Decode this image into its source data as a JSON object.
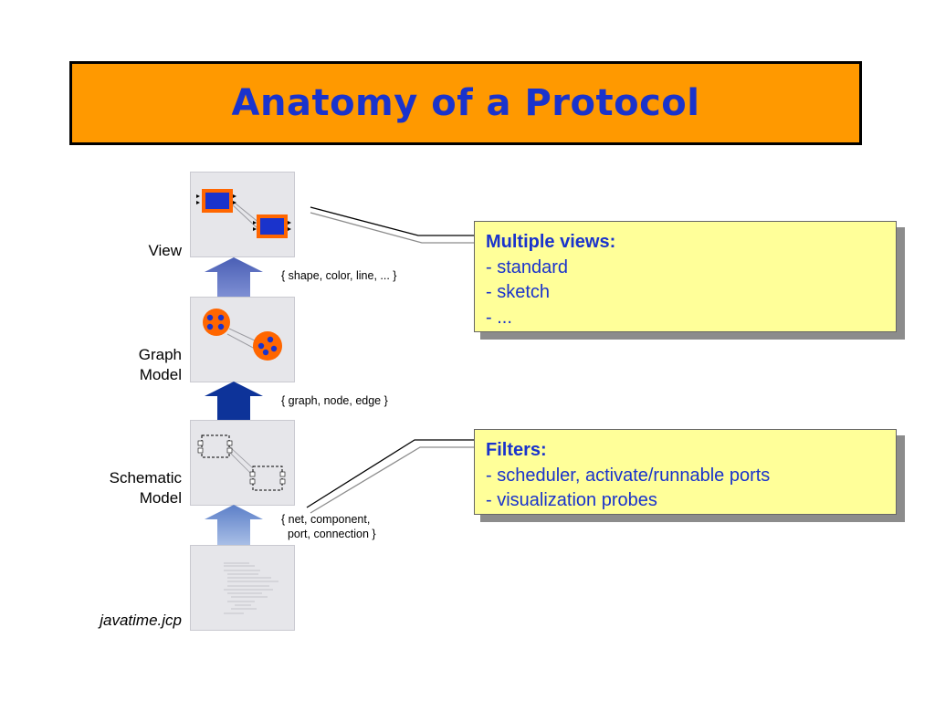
{
  "title": "Anatomy of a Protocol",
  "layers": {
    "view": "View",
    "graph_line1": "Graph",
    "graph_line2": "Model",
    "schematic_line1": "Schematic",
    "schematic_line2": "Model",
    "source": "javatime.jcp"
  },
  "annotations": {
    "view_attrs": "{ shape, color, line, ... }",
    "graph_attrs": "{ graph, node, edge }",
    "schematic_attrs_line1": "{ net, component,",
    "schematic_attrs_line2": "port, connection }"
  },
  "callouts": {
    "views": {
      "heading": "Multiple views:",
      "items": [
        "- standard",
        "- sketch",
        "- ..."
      ]
    },
    "filters": {
      "heading": "Filters:",
      "items": [
        "- scheduler, activate/runnable ports",
        "- visualization probes"
      ]
    }
  },
  "colors": {
    "title_bg": "#ff9900",
    "title_text": "#1a33cc",
    "callout_bg": "#ffff99",
    "callout_text": "#1a33cc",
    "node_orange": "#ff6600",
    "node_blue": "#1a33cc"
  }
}
